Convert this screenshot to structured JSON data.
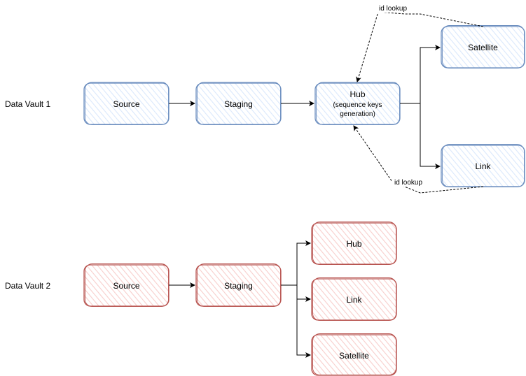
{
  "colors": {
    "blue_stroke": "#6c8ebf",
    "blue_fill": "#dae8fc",
    "red_stroke": "#b85450",
    "red_fill": "#f8cecc",
    "edge": "#000000"
  },
  "vault1": {
    "label": "Data Vault 1",
    "source": "Source",
    "staging": "Staging",
    "hub": "Hub",
    "hub_note_line1": "(sequence keys",
    "hub_note_line2": "generation)",
    "satellite": "Satellite",
    "link": "Link",
    "lookup_top": "id lookup",
    "lookup_bottom": "id lookup"
  },
  "vault2": {
    "label": "Data Vault 2",
    "source": "Source",
    "staging": "Staging",
    "hub": "Hub",
    "link": "Link",
    "satellite": "Satellite"
  }
}
